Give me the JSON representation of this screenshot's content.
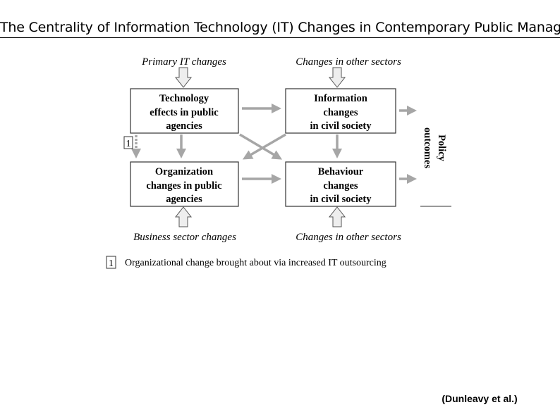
{
  "title": "The Centrality of Information Technology (IT) Changes in Contemporary Public Management Change",
  "diagram": {
    "inputs": {
      "primary_it": "Primary IT changes",
      "other_sectors_top": "Changes in other sectors",
      "business_sector": "Business sector changes",
      "other_sectors_bottom": "Changes in other sectors"
    },
    "boxes": {
      "technology": [
        "Technology",
        "effects in public",
        "agencies"
      ],
      "information": [
        "Information",
        "changes",
        "in civil society"
      ],
      "organization": [
        "Organization",
        "changes in public",
        "agencies"
      ],
      "behaviour": [
        "Behaviour",
        "changes",
        "in civil society"
      ]
    },
    "outcome": [
      "Policy",
      "outcomes"
    ],
    "marker": "1",
    "legend": {
      "marker": "1",
      "text": "Organizational change brought about via increased IT outsourcing"
    }
  },
  "credit": "(Dunleavy et al.)",
  "colors": {
    "arrow": "#a6a6a6",
    "box_border": "#333333",
    "text": "#000000"
  }
}
